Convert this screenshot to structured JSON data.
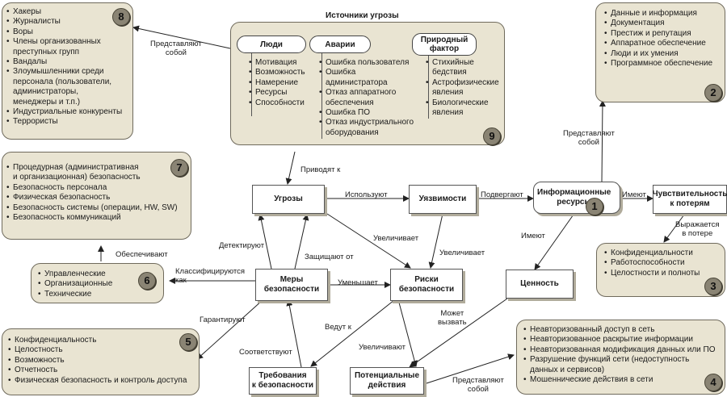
{
  "threats_panel": {
    "title": "Источники угрозы",
    "people": {
      "label": "Люди",
      "items": [
        "Мотивация",
        "Возможность",
        "Намерение",
        "Ресурсы",
        "Способности"
      ]
    },
    "accidents": {
      "label": "Аварии",
      "items": [
        "Ошибка пользователя",
        "Ошибка\nадминистратора",
        "Отказ аппаратного\nобеспечения",
        "Ошибка ПО",
        "Отказ индустриального\nоборудования"
      ]
    },
    "natural": {
      "label": "Природный\nфактор",
      "items": [
        "Стихийные\nбедствия",
        "Астрофизические\nявления",
        "Биологические\nявления"
      ]
    },
    "badge": "9"
  },
  "panel8": {
    "badge": "8",
    "items": [
      "Хакеры",
      "Журналисты",
      "Воры",
      "Члены организованных\nпреступных групп",
      "Вандалы",
      "Злоумышленники среди\nперсонала (пользователи,\nадминистраторы,\nменеджеры и т.п.)",
      "Индустриальные конкуренты",
      "Террористы"
    ]
  },
  "panel2": {
    "badge": "2",
    "items": [
      "Данные и информация",
      "Документация",
      "Престиж и репутация",
      "Аппаратное обеспечение",
      "Люди и их умения",
      "Программное обеспечение"
    ]
  },
  "panel7": {
    "badge": "7",
    "items": [
      "Процедурная (административная\nи организационная) безопасность",
      "Безопасность персонала",
      "Физическая безопасность",
      "Безопасность системы (операции, HW, SW)",
      "Безопасность коммуникаций"
    ]
  },
  "panel6": {
    "badge": "6",
    "items": [
      "Управленческие",
      "Организационные",
      "Технические"
    ]
  },
  "panel5": {
    "badge": "5",
    "items": [
      "Конфиденциальность",
      "Целостность",
      "Возможность",
      "Отчетность",
      "Физическая безопасность и контроль доступа"
    ]
  },
  "panel3": {
    "badge": "3",
    "items": [
      "Конфиденциальности",
      "Работоспособности",
      "Целостности и полноты"
    ]
  },
  "panel4": {
    "badge": "4",
    "items": [
      "Неавторизованный доступ в сеть",
      "Неавторизованное раскрытие информации",
      "Неавторизованная модификация данных или ПО",
      "Разрушение функций сети (недоступность\nданных и сервисов)",
      "Мошеннические действия в сети"
    ]
  },
  "nodes": {
    "threats": "Угрозы",
    "vulnerabilities": "Уязвимости",
    "info_resources": "Информационные\nресурсы",
    "info_badge": "1",
    "sensitivity": "Чувствительность\nк потерям",
    "security_measures": "Меры\nбезопасности",
    "risks": "Риски\nбезопасности",
    "value": "Ценность",
    "requirements": "Требования\nк безопасности",
    "potential_actions": "Потенциальные\nдействия"
  },
  "edges": {
    "represent_top": "Представляют\nсобой",
    "represent_right": "Представляют\nсобой",
    "lead_to": "Приводят к",
    "use": "Используют",
    "expose": "Подвергают",
    "have": "Имеют",
    "expressed": "Выражается\nв потере",
    "have2": "Имеют",
    "ensure": "Обеспечивают",
    "detect": "Детектируют",
    "protect": "Защищают от",
    "increase1": "Увеличивает",
    "increase2": "Увеличивает",
    "classified": "Классифицируются\nкак",
    "reduce": "Уменьшает",
    "guarantee": "Гарантируют",
    "may_cause": "Может\nвызвать",
    "lead_to2": "Ведут к",
    "correspond": "Соответствуют",
    "increase3": "Увеличивают",
    "represent_bottom": "Представляют\nсобой"
  }
}
